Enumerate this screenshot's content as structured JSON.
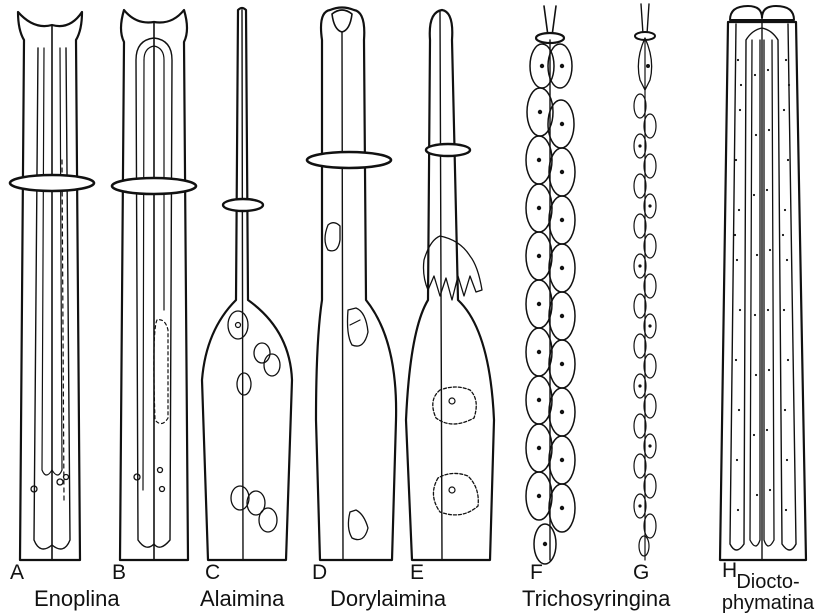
{
  "panels": [
    {
      "letter": "A"
    },
    {
      "letter": "B"
    },
    {
      "letter": "C"
    },
    {
      "letter": "D"
    },
    {
      "letter": "E"
    },
    {
      "letter": "F"
    },
    {
      "letter": "G"
    },
    {
      "letter": "H"
    }
  ],
  "groups": {
    "enoplina": "Enoplina",
    "alaimina": "Alaimina",
    "dorylaimina": "Dorylaimina",
    "trichosyringina": "Trichosyringina",
    "dioctophymatina_line1": "Diocto-",
    "dioctophymatina_line2": "phymatina"
  },
  "colors": {
    "ink": "#111111",
    "background": "#ffffff"
  }
}
